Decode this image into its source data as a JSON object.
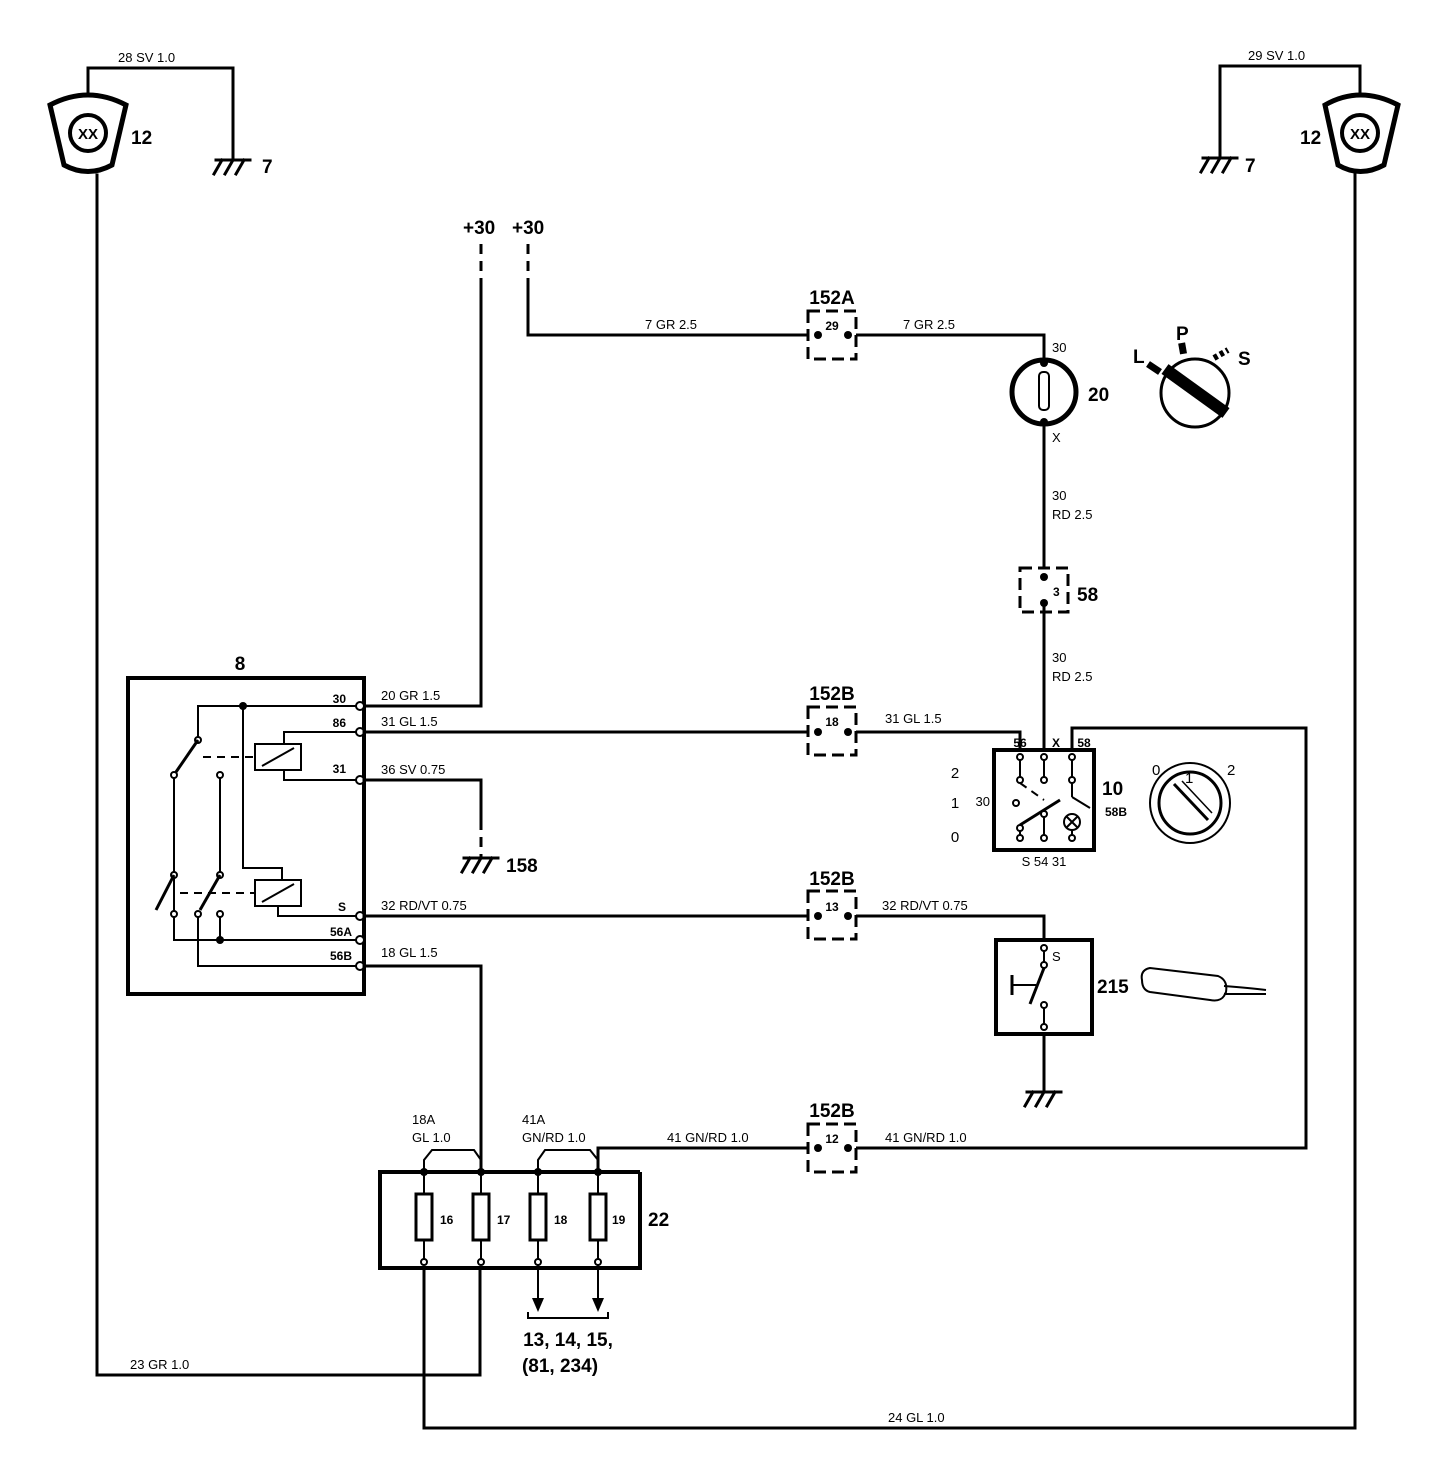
{
  "wires": {
    "w28": "28  SV  1.0",
    "w29": "29  SV  1.0",
    "w7_left": "7  GR  2.5",
    "w7_right": "7  GR  2.5",
    "w30_top": [
      "30",
      "RD  2.5"
    ],
    "w30_bot": [
      "30",
      "RD  2.5"
    ],
    "w20": "20  GR  1.5",
    "w31_left": "31  GL  1.5",
    "w31_right": "31  GL  1.5",
    "w36": "36  SV  0.75",
    "w32_left": "32  RD/VT  0.75",
    "w32_right": "32  RD/VT  0.75",
    "w18": "18  GL  1.5",
    "w18a": [
      "18A",
      "GL  1.0"
    ],
    "w41a": [
      "41A",
      "GN/RD  1.0"
    ],
    "w41_left": "41  GN/RD  1.0",
    "w41_right": "41  GN/RD  1.0",
    "w23": "23  GR  1.0",
    "w24": "24  GL  1.0"
  },
  "supply": {
    "left": "+30",
    "right": "+30"
  },
  "lamps": {
    "left_id": "12",
    "right_id": "12"
  },
  "grounds": {
    "left_id": "7",
    "right_id": "7",
    "g158": "158"
  },
  "connectors": {
    "c152a": {
      "id": "152A",
      "pin": "29"
    },
    "c152b_1": {
      "id": "152B",
      "pin": "18"
    },
    "c152b_2": {
      "id": "152B",
      "pin": "13"
    },
    "c152b_3": {
      "id": "152B",
      "pin": "12"
    },
    "c58": {
      "id": "58",
      "pin": "3"
    }
  },
  "relay": {
    "id": "8",
    "pins": [
      "30",
      "86",
      "31",
      "S",
      "56A",
      "56B"
    ]
  },
  "ignition": {
    "id": "20",
    "pin_top": "30",
    "pin_bottom": "X",
    "positions": [
      "L",
      "P",
      "S"
    ]
  },
  "light_switch": {
    "id": "10",
    "top_pins": [
      "56",
      "X",
      "58"
    ],
    "bottom_pins": [
      "S  54  31"
    ],
    "left_pin": "30",
    "right_pin": "58B",
    "positions": [
      "2",
      "1",
      "0"
    ],
    "knob_positions": [
      "0",
      "1",
      "2"
    ]
  },
  "stalk_switch": {
    "id": "215",
    "pin": "S"
  },
  "fuse_box": {
    "id": "22",
    "fuses": [
      "16",
      "17",
      "18",
      "19"
    ],
    "outputs": [
      "13,  14,  15,",
      "(81,  234)"
    ]
  }
}
